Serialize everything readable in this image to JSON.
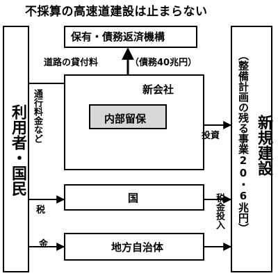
{
  "title": "不採算の高速道建設は止まらない",
  "left_box": {
    "label": "利用者・国民"
  },
  "right_box": {
    "label": "新規建設",
    "sub": "（整備計画の残る事業20・6兆円）"
  },
  "agency_box": {
    "label": "保有・債務返済機構"
  },
  "company_box": {
    "label": "新会社"
  },
  "internal_box": {
    "label": "内部留保"
  },
  "national_box": {
    "label": "国"
  },
  "local_box": {
    "label": "地方自治体"
  },
  "flows": {
    "road_lease": "道路の貸付料",
    "debt": "（債務40兆円）",
    "tolls": "通行料金など",
    "investment": "投資",
    "tax": "税",
    "tax_input": "税金投入",
    "money": "金"
  },
  "colors": {
    "line": "#000000",
    "internal_fill": "#d7d7d7"
  }
}
